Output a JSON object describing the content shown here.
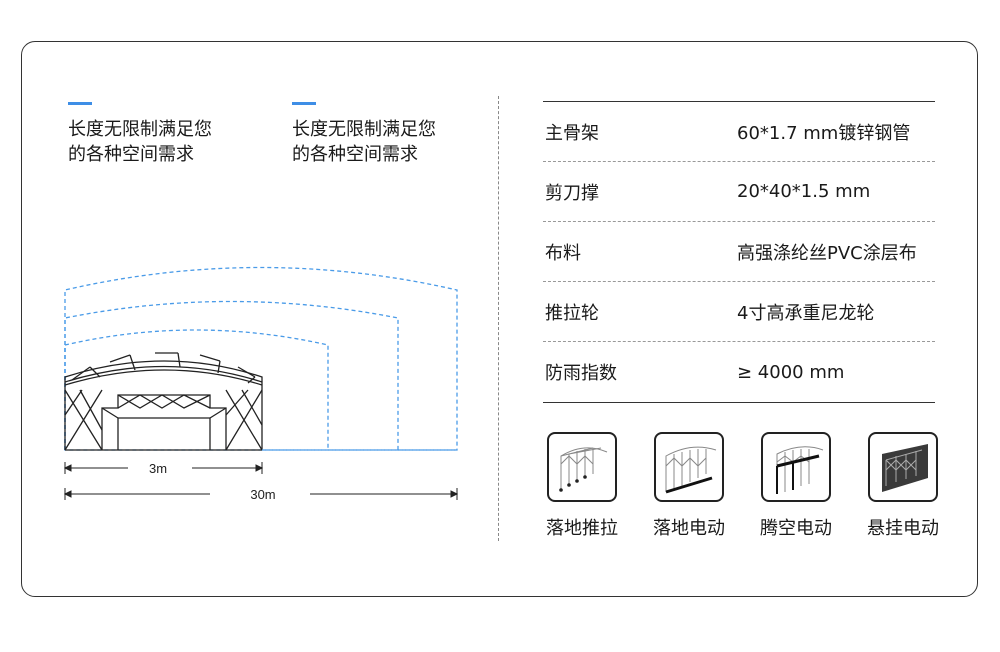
{
  "features": [
    {
      "line1": "长度无限制满足您",
      "line2": "的各种空间需求"
    },
    {
      "line1": "长度无限制满足您",
      "line2": "的各种空间需求"
    }
  ],
  "diagram": {
    "dim_short": "3m",
    "dim_long": "30m"
  },
  "specs": [
    {
      "label": "主骨架",
      "value": "60*1.7 mm镀锌钢管"
    },
    {
      "label": "剪刀撑",
      "value": "20*40*1.5 mm"
    },
    {
      "label": "布料",
      "value": "高强涤纶丝PVC涂层布"
    },
    {
      "label": "推拉轮",
      "value": "4寸高承重尼龙轮"
    },
    {
      "label": "防雨指数",
      "value": "≥ 4000 mm"
    }
  ],
  "modes": [
    {
      "label": "落地推拉",
      "icon": "floor-push-pull-icon"
    },
    {
      "label": "落地电动",
      "icon": "floor-electric-icon"
    },
    {
      "label": "腾空电动",
      "icon": "suspended-air-electric-icon"
    },
    {
      "label": "悬挂电动",
      "icon": "hanging-electric-icon"
    }
  ],
  "colors": {
    "accent": "#3e8ee6",
    "line": "#333333",
    "dashed": "#4a9be8"
  }
}
